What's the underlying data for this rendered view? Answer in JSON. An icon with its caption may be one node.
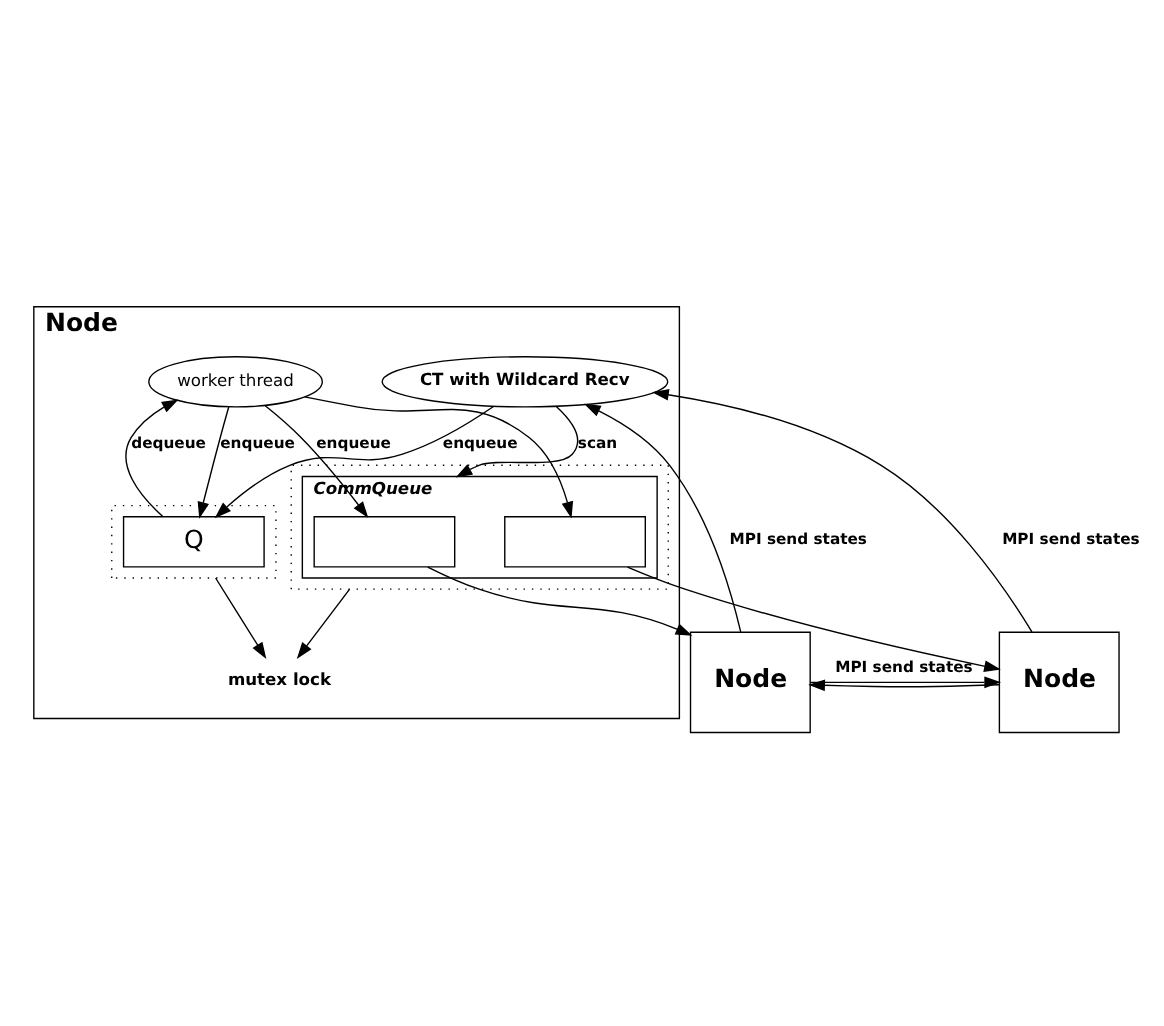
{
  "diagram": {
    "nodes": [
      {
        "text": [
          "Node"
        ]
      },
      {
        "text": [
          "worker thread"
        ],
        "in": 0
      },
      {
        "text": [],
        "shape": "box",
        "in": 0
      },
      {
        "text": [
          "Q"
        ],
        "in": 2
      },
      {
        "text": [
          "mutex lock"
        ],
        "in": 0
      },
      {
        "text": [],
        "shape": "box",
        "in": 0
      },
      {
        "text": [
          "CommQueue"
        ],
        "in": 5
      },
      {
        "text": [],
        "shape": "box",
        "in": 6
      },
      {
        "text": [],
        "shape": "box",
        "in": 6
      },
      {
        "text": [
          "CT with Wildcard Recv"
        ],
        "in": 0
      },
      {
        "text": [
          "Node"
        ]
      },
      {
        "text": [
          "Node"
        ]
      }
    ],
    "edges": [
      {
        "from": 1,
        "to": 3,
        "arrow": "to",
        "label": "enqueue"
      },
      {
        "from": 3,
        "to": 1,
        "arrow": "to",
        "label": "dequeue"
      },
      {
        "from": 1,
        "to": 7,
        "arrow": "to",
        "label": "enqueue"
      },
      {
        "from": 1,
        "to": 8,
        "arrow": "to"
      },
      {
        "from": 9,
        "to": 3,
        "arrow": "to",
        "label": "enqueue"
      },
      {
        "from": 9,
        "to": 6,
        "arrow": "to",
        "label": "scan"
      },
      {
        "from": 2,
        "to": 4,
        "arrow": "to"
      },
      {
        "from": 5,
        "to": 4,
        "arrow": "to"
      },
      {
        "from": 7,
        "to": 10,
        "arrow": "to"
      },
      {
        "from": 8,
        "to": 11,
        "arrow": "to"
      },
      {
        "from": 10,
        "to": 9,
        "arrow": "to",
        "label": "MPI send states"
      },
      {
        "from": 11,
        "to": 9,
        "arrow": "to",
        "label": "MPI send states"
      },
      {
        "from": 10,
        "to": 11,
        "arrow": "to",
        "label": "MPI send states"
      },
      {
        "from": 11,
        "to": 10,
        "arrow": "to"
      }
    ]
  }
}
